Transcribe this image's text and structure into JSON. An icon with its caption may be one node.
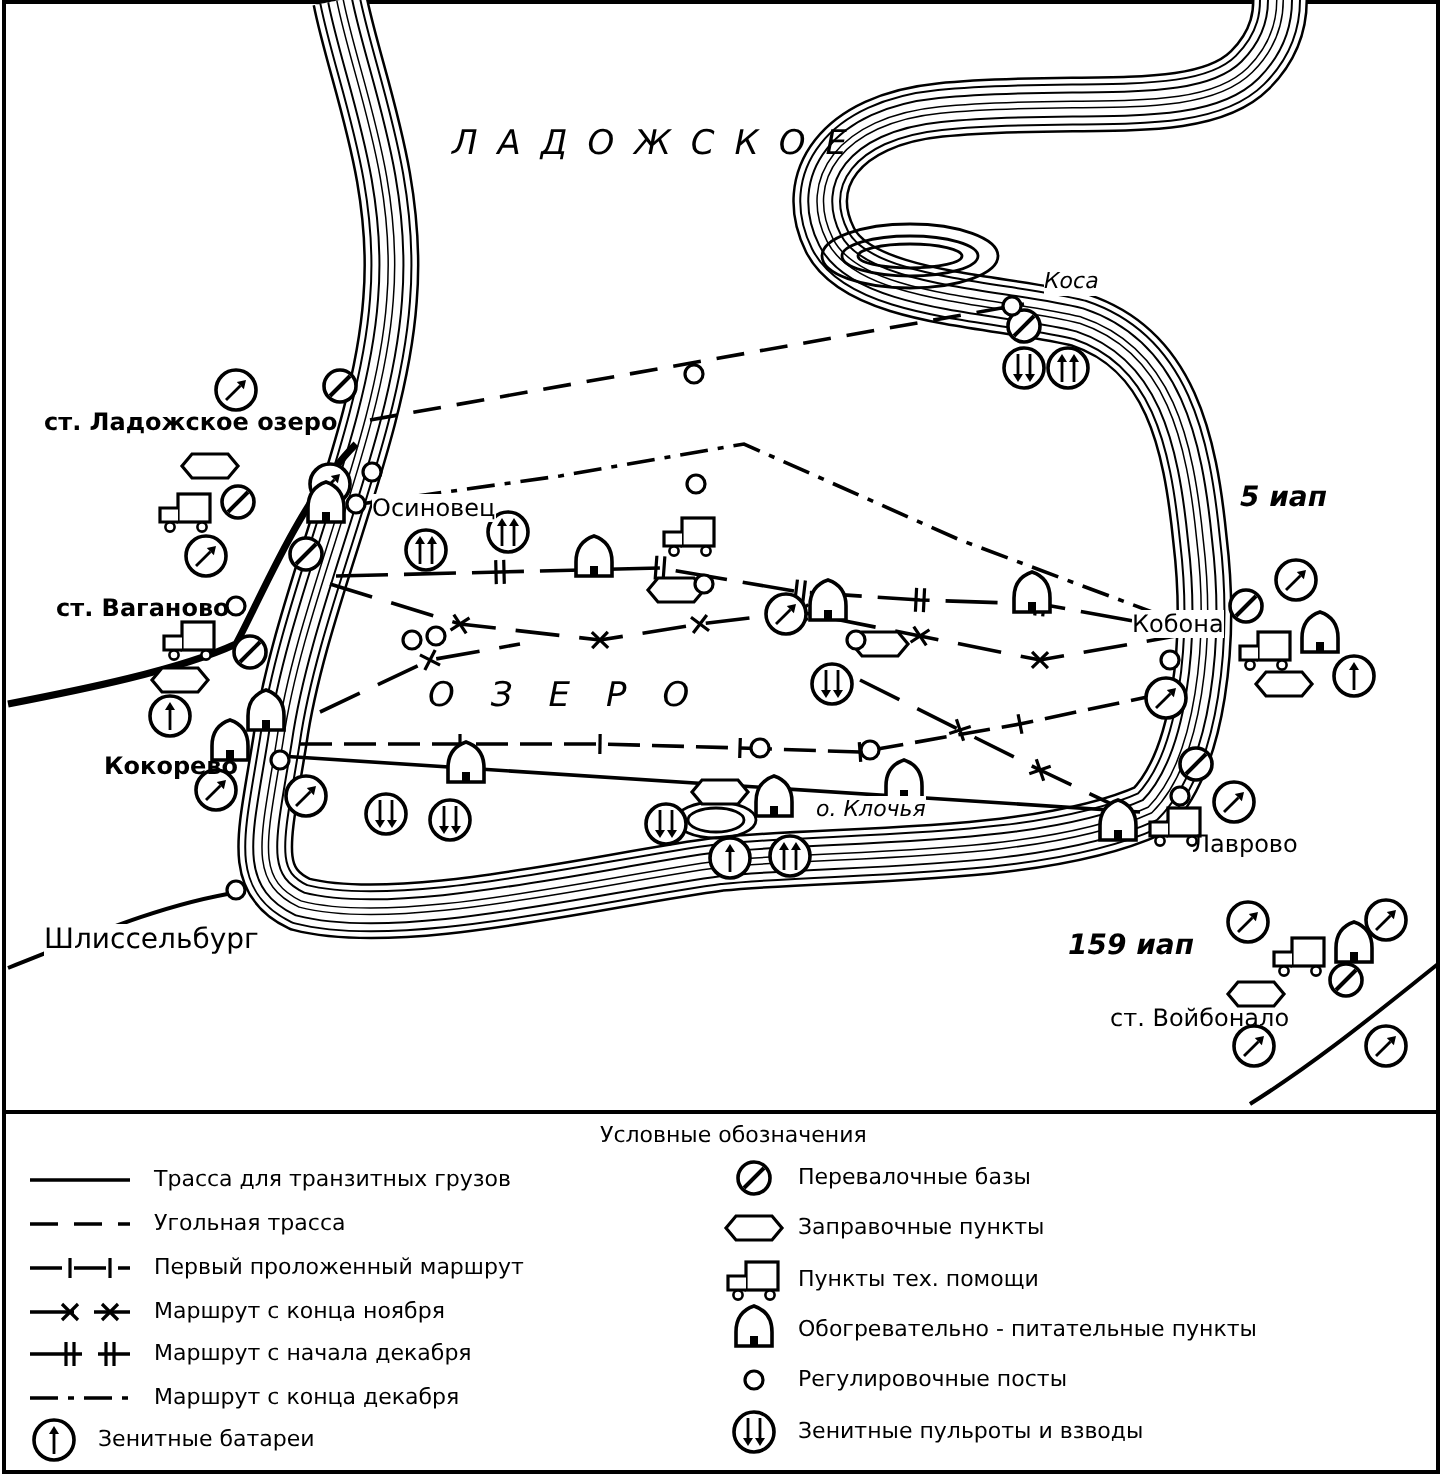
{
  "diagram": {
    "labels": [
      "ЛАДОЖСКОЕ",
      "Коса",
      "ст. Ладожское озеро",
      "Осиновец",
      "5 иап",
      "ст. Ваганово",
      "Кобона",
      "ОЗЕРО",
      "Кокорево",
      "о. Клочья",
      "Лаврово",
      "Шлиссельбург",
      "159 иап",
      "ст. Войбонало",
      "Условные обозначения"
    ],
    "legend": [
      {
        "text": "Трасса для транзитных грузов"
      },
      {
        "text": "Угольная трасса"
      },
      {
        "text": "Первый проложенный маршрут"
      },
      {
        "text": "Маршрут с конца ноября"
      },
      {
        "text": "Маршрут с начала декабря"
      },
      {
        "text": "Маршрут с конца декабря"
      },
      {
        "text": "Зенитные батареи"
      },
      {
        "text": "Перевалочные базы"
      },
      {
        "text": "Заправочные пункты"
      },
      {
        "text": "Пункты тех. помощи"
      },
      {
        "text": "Обогревательно - питательные пункты"
      },
      {
        "text": "Регулировочные посты"
      },
      {
        "text": "Зенитные пульроты и взводы"
      }
    ]
  }
}
